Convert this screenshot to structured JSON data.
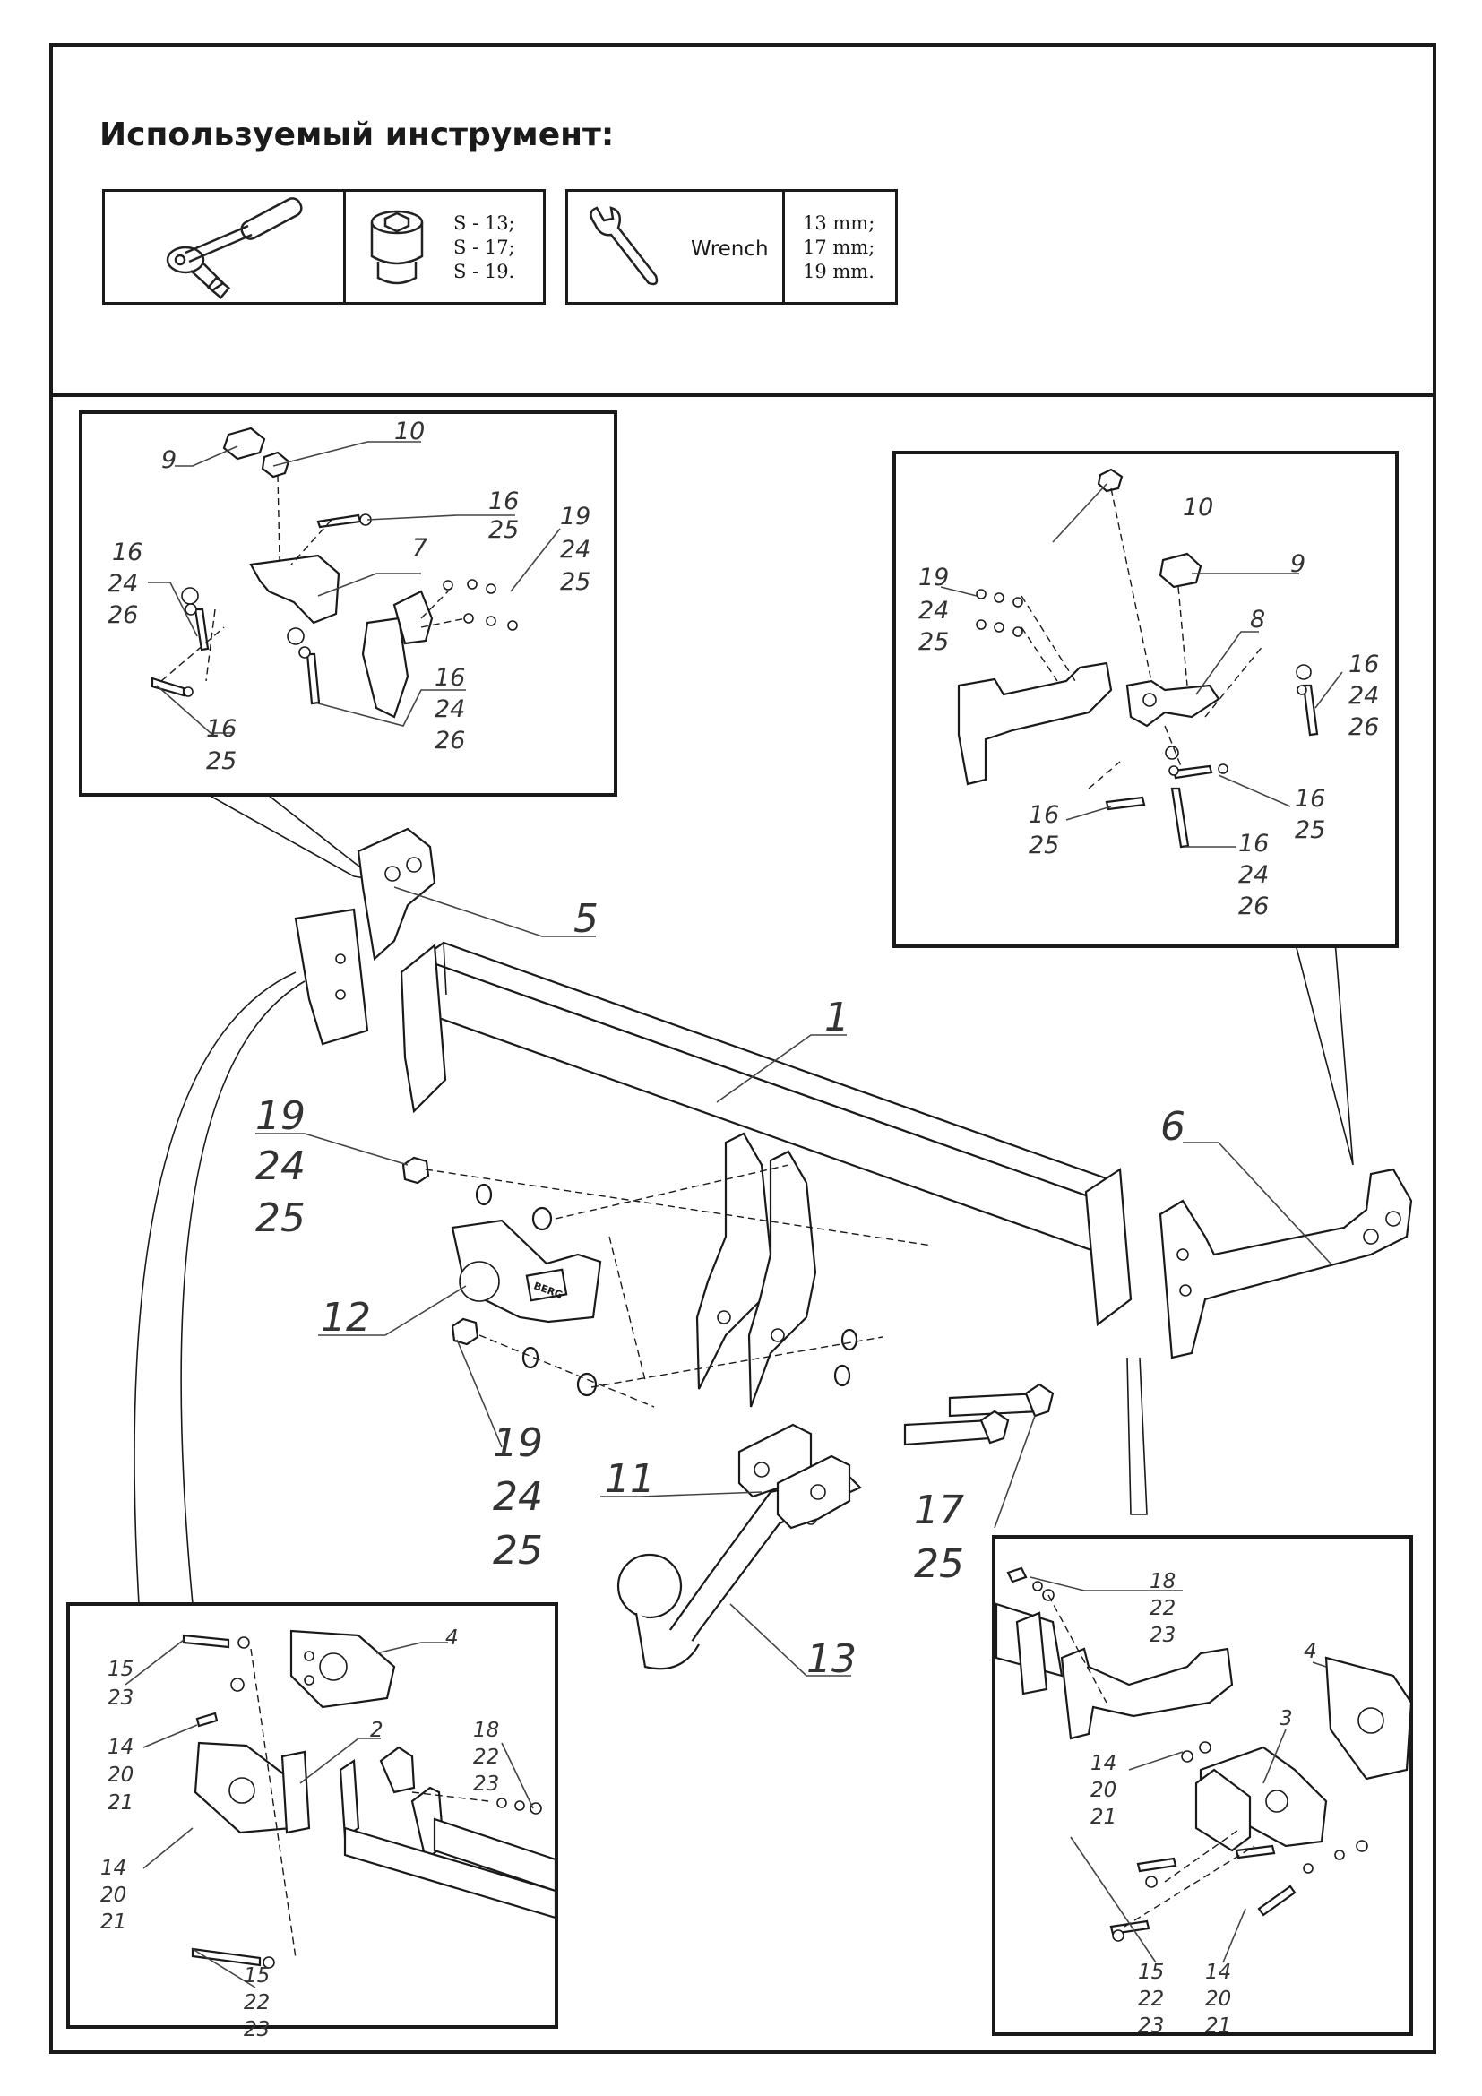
{
  "tools_section": {
    "title": "Используемый инструмент:",
    "ratchet": {
      "icon": "ratchet-handle-icon"
    },
    "socket": {
      "icon": "socket-head-icon",
      "sizes": [
        "S - 13;",
        "S - 17;",
        "S - 19."
      ]
    },
    "wrench": {
      "icon": "open-end-wrench-icon",
      "label": "Wrench",
      "sizes": [
        "13 mm;",
        "17 mm;",
        "19 mm."
      ]
    }
  },
  "main_diagram": {
    "labels": {
      "crossbar": "1",
      "bracket_left_end": "5",
      "bracket_right_end": "6",
      "electric_socket_plate": "12",
      "tow_bar_clamps": "11",
      "ball_hook": "13",
      "nut_stack_upper": [
        "19",
        "24",
        "25"
      ],
      "nut_stack_lower": [
        "19",
        "24",
        "25"
      ],
      "long_bolts": [
        "17",
        "25"
      ]
    }
  },
  "detail_top_left": {
    "labels": {
      "lower_plate": "9",
      "stud": "10",
      "bracket": "7",
      "bolt_a": [
        "16",
        "25"
      ],
      "bolt_b": [
        "16",
        "24",
        "26"
      ],
      "bolt_c": [
        "16",
        "25"
      ],
      "bolt_d": [
        "16",
        "24",
        "26"
      ],
      "nuts": [
        "19",
        "24",
        "25"
      ]
    }
  },
  "detail_top_right": {
    "labels": {
      "stud": "10",
      "lower_plate": "9",
      "bracket": "8",
      "nuts": [
        "19",
        "24",
        "25"
      ],
      "bolt_a": [
        "16",
        "24",
        "26"
      ],
      "bolt_b": [
        "16",
        "25"
      ],
      "bolt_c": [
        "16",
        "25"
      ],
      "bolt_d": [
        "16",
        "24",
        "26"
      ]
    }
  },
  "detail_bottom_left": {
    "labels": {
      "plate": "4",
      "bracket": "2",
      "bolt_a": [
        "15",
        "23"
      ],
      "bolt_b": [
        "14",
        "20",
        "21"
      ],
      "bolt_c": [
        "18",
        "22",
        "23"
      ],
      "bolt_d": [
        "14",
        "20",
        "21"
      ],
      "bolt_e": [
        "15",
        "22",
        "23"
      ]
    }
  },
  "detail_bottom_right": {
    "labels": {
      "plate": "4",
      "bracket": "3",
      "bolt_a": [
        "18",
        "22",
        "23"
      ],
      "bolt_b": [
        "14",
        "20",
        "21"
      ],
      "bolt_c": [
        "15",
        "22",
        "23"
      ],
      "bolt_d": [
        "14",
        "20",
        "21"
      ]
    }
  },
  "socket_brand": "BERG"
}
